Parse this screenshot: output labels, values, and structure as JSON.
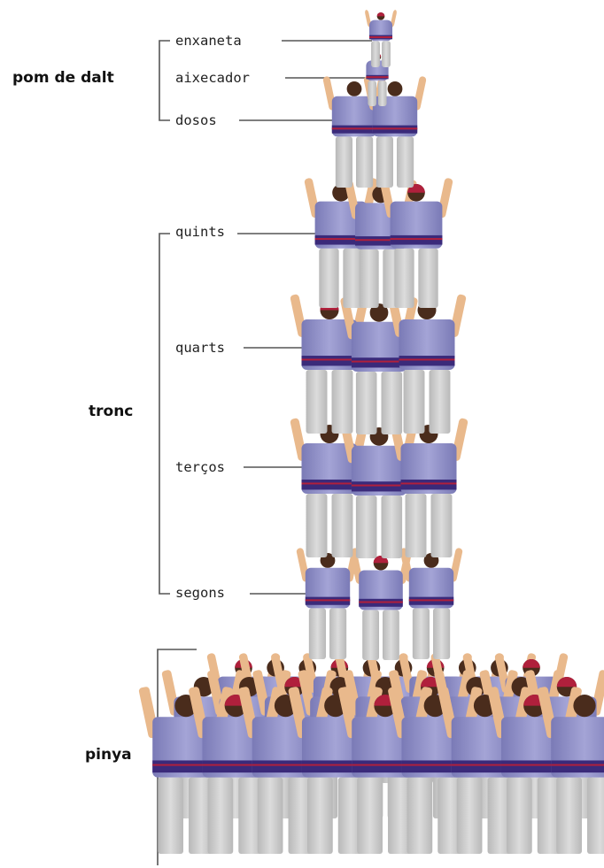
{
  "groups": [
    {
      "id": "pom-de-dalt",
      "label": "pom de dalt"
    },
    {
      "id": "tronc",
      "label": "tronc"
    },
    {
      "id": "pinya",
      "label": "pinya"
    }
  ],
  "levels": [
    {
      "id": "enxaneta",
      "label": "enxaneta",
      "group": "pom de dalt",
      "people": 1
    },
    {
      "id": "aixecador",
      "label": "aixecador",
      "group": "pom de dalt",
      "people": 1
    },
    {
      "id": "dosos",
      "label": "dosos",
      "group": "pom de dalt",
      "people": 2
    },
    {
      "id": "quints",
      "label": "quints",
      "group": "tronc",
      "people": 3
    },
    {
      "id": "quarts",
      "label": "quarts",
      "group": "tronc",
      "people": 3
    },
    {
      "id": "tercos",
      "label": "terços",
      "group": "tronc",
      "people": 3
    },
    {
      "id": "segons",
      "label": "segons",
      "group": "tronc",
      "people": 3
    }
  ],
  "colors": {
    "shirt": "#8f8fc6",
    "sash": "#3a2a7a",
    "trousers": "#cfcfcf",
    "bandana": "#b0203c",
    "skin": "#e9b98c",
    "hair": "#4a2c1c",
    "bracket": "#555555"
  }
}
